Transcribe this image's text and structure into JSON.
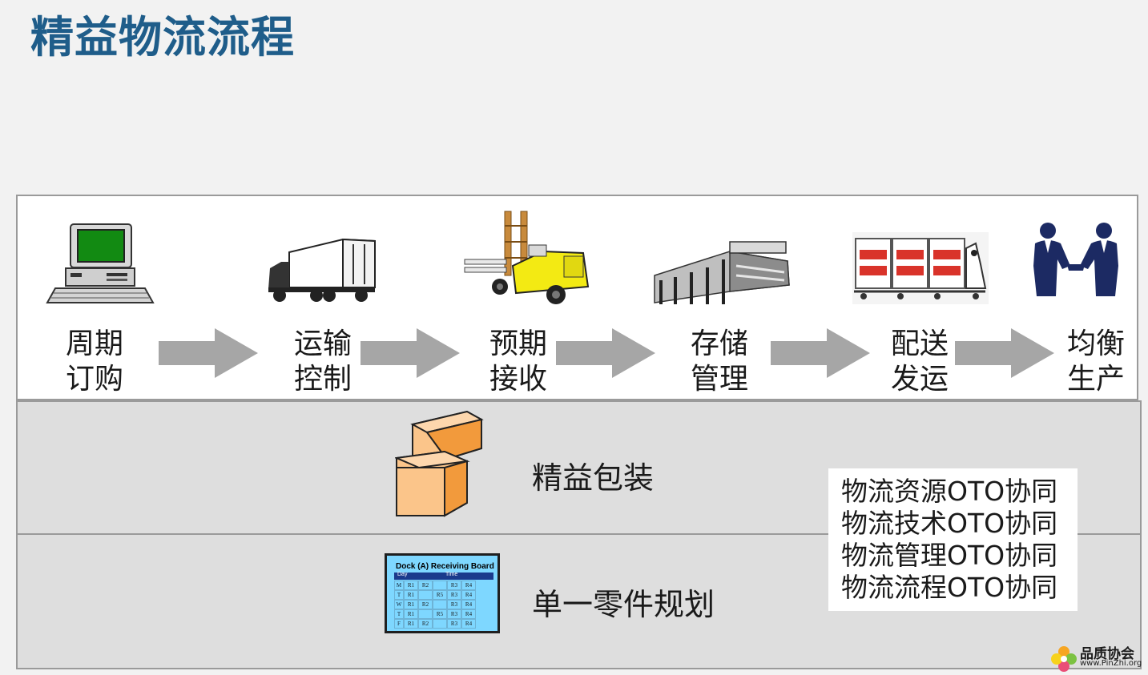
{
  "title": "精益物流流程",
  "steps": [
    {
      "line1": "周期",
      "line2": "订购",
      "icon": "computer-icon"
    },
    {
      "line1": "运输",
      "line2": "控制",
      "icon": "truck-icon"
    },
    {
      "line1": "预期",
      "line2": "接收",
      "icon": "forklift-icon"
    },
    {
      "line1": "存储",
      "line2": "管理",
      "icon": "warehouse-icon"
    },
    {
      "line1": "配送",
      "line2": "发运",
      "icon": "delivery-cart-icon"
    },
    {
      "line1": "均衡",
      "line2": "生产",
      "icon": "handshake-icon"
    }
  ],
  "packaging": {
    "label": "精益包装",
    "icon": "boxes-icon"
  },
  "part_planning": {
    "label": "单一零件规划",
    "icon": "receiving-board-icon"
  },
  "receiving_board": {
    "title": "Dock (A) Receiving Board",
    "col_day": "Day",
    "col_time": "Time",
    "rows": [
      {
        "day": "M",
        "cells": [
          "R1",
          "R2",
          "",
          "R3",
          "R4"
        ]
      },
      {
        "day": "T",
        "cells": [
          "R1",
          "",
          "R5",
          "R3",
          "R4"
        ]
      },
      {
        "day": "W",
        "cells": [
          "R1",
          "R2",
          "",
          "R3",
          "R4"
        ]
      },
      {
        "day": "T",
        "cells": [
          "R1",
          "",
          "R5",
          "R3",
          "R4"
        ]
      },
      {
        "day": "F",
        "cells": [
          "R1",
          "R2",
          "",
          "R3",
          "R4"
        ]
      }
    ]
  },
  "oto": [
    "物流资源OTO协同",
    "物流技术OTO协同",
    "物流管理OTO协同",
    "物流流程OTO协同"
  ],
  "logo": {
    "name": "品质协会",
    "url": "www.PinZhi.org"
  },
  "colors": {
    "title": "#1f5d8a",
    "arrow": "#a6a6a6",
    "band": "#dedede",
    "box_light": "#fbc58a",
    "box_dark": "#f29a3c",
    "board": "#7ed7ff"
  }
}
